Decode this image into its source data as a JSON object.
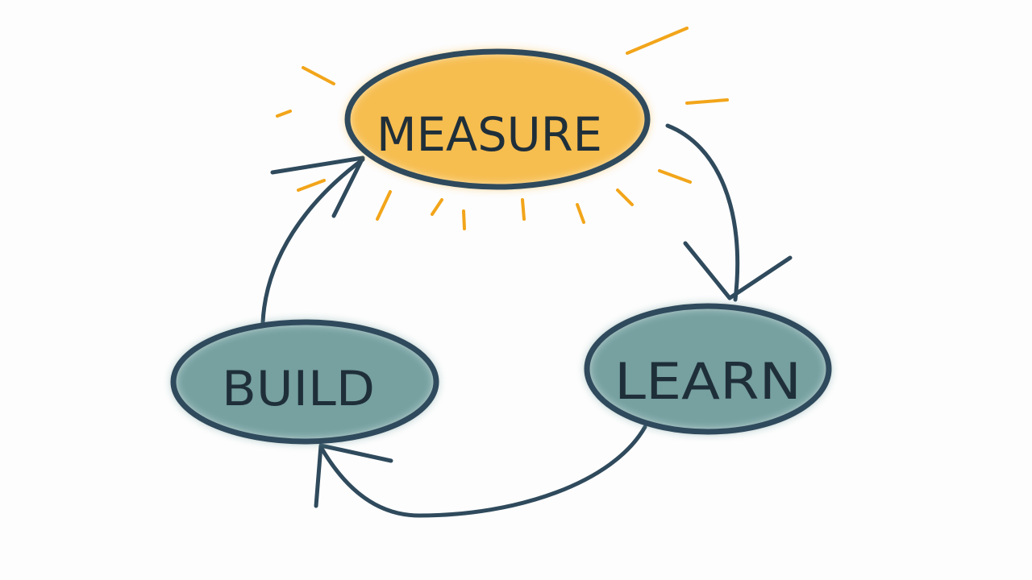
{
  "nodes": {
    "measure": {
      "label": "MEASURE",
      "fill": "#f6b73c"
    },
    "learn": {
      "label": "LEARN",
      "fill": "#6f9c9c"
    },
    "build": {
      "label": "BUILD",
      "fill": "#6f9c9c"
    }
  },
  "colors": {
    "outline": "#2f4a5c",
    "rays": "#f2a51a",
    "background": "#fdfdfd"
  }
}
